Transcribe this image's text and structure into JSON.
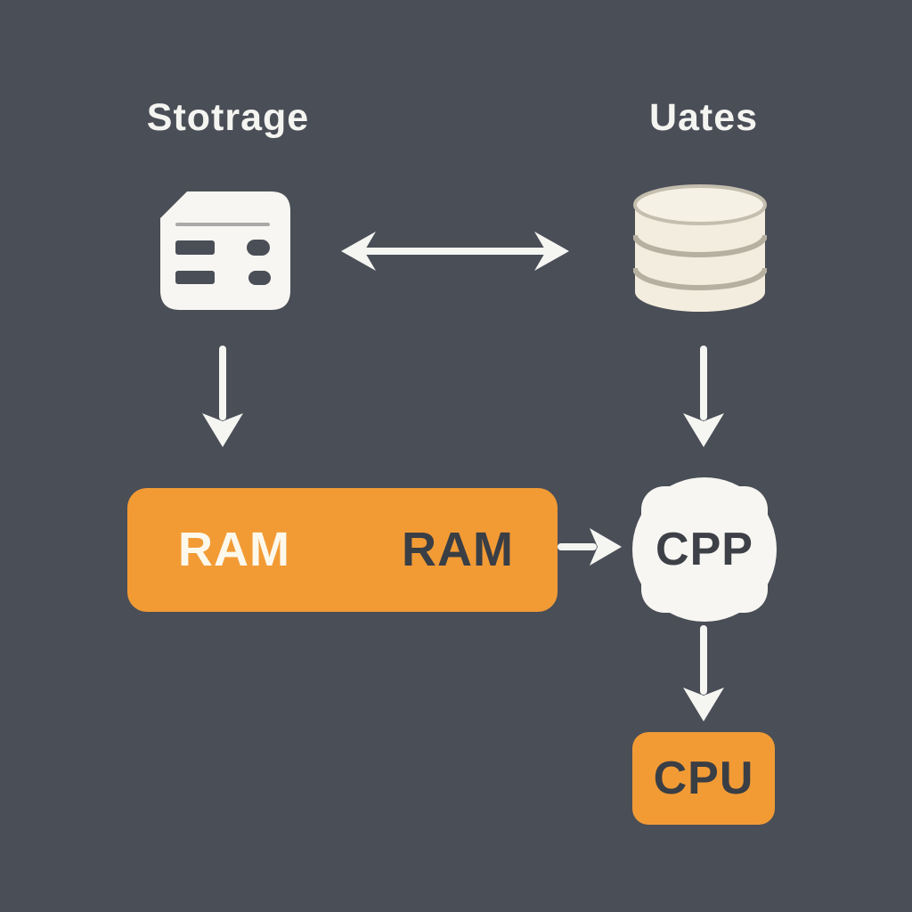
{
  "diagram": {
    "title": "storage-memory-cpu architecture diagram",
    "colors": {
      "background": "#4a4e57",
      "accent_orange": "#f29b35",
      "icon_white": "#f7f6f2",
      "database_cream": "#f2edde",
      "database_line_gray": "#b5b0a0",
      "dark_text": "#3a3e45",
      "light_text": "#f4f4f1",
      "arrow_white": "#f5f5f2"
    },
    "labels": {
      "storage_label": "Stotrage",
      "database_label": "Uates"
    },
    "nodes": {
      "ram_label_left": "RAM",
      "ram_label_right": "RAM",
      "cpp_label": "CPP",
      "cpu_label": "CPU"
    },
    "icons": [
      {
        "name": "storage-icon",
        "description": "white rounded document/server card with clipped top-left corner, two dark bars and two dark pills"
      },
      {
        "name": "database-icon",
        "description": "cream database cylinder with three stacked segments"
      }
    ],
    "arrows": [
      {
        "name": "storage-database-arrow",
        "type": "double-headed",
        "direction": "horizontal"
      },
      {
        "name": "storage-to-ram-arrow",
        "type": "single",
        "direction": "down"
      },
      {
        "name": "database-to-cpp-arrow",
        "type": "single",
        "direction": "down"
      },
      {
        "name": "ram-to-cpp-arrow",
        "type": "single",
        "direction": "right"
      },
      {
        "name": "cpp-to-cpu-arrow",
        "type": "single",
        "direction": "down"
      }
    ]
  }
}
